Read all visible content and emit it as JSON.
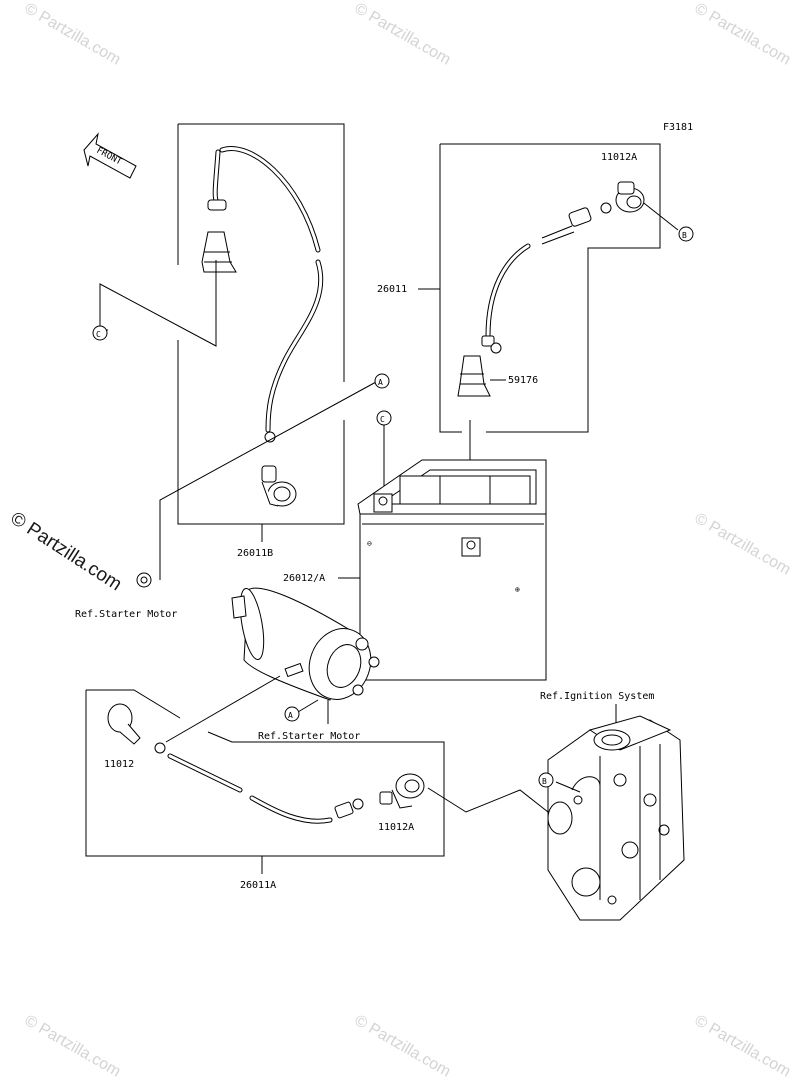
{
  "figure_code": "F3181",
  "front_label": "FRONT",
  "watermark_text": "© Partzilla.com",
  "callouts": {
    "a_top": "A",
    "a_bottom": "A",
    "b_right": "B",
    "b_lower": "B",
    "c_left": "C",
    "c_battery": "C"
  },
  "parts": {
    "p_11012a_top": "11012A",
    "p_26011": "26011",
    "p_59176": "59176",
    "p_26011b": "26011B",
    "p_26012a": "26012/A",
    "p_11012": "11012",
    "p_11012a_bottom": "11012A",
    "p_26011a": "26011A"
  },
  "refs": {
    "starter_left": "Ref.Starter Motor",
    "starter_center": "Ref.Starter Motor",
    "ignition": "Ref.Ignition System"
  }
}
